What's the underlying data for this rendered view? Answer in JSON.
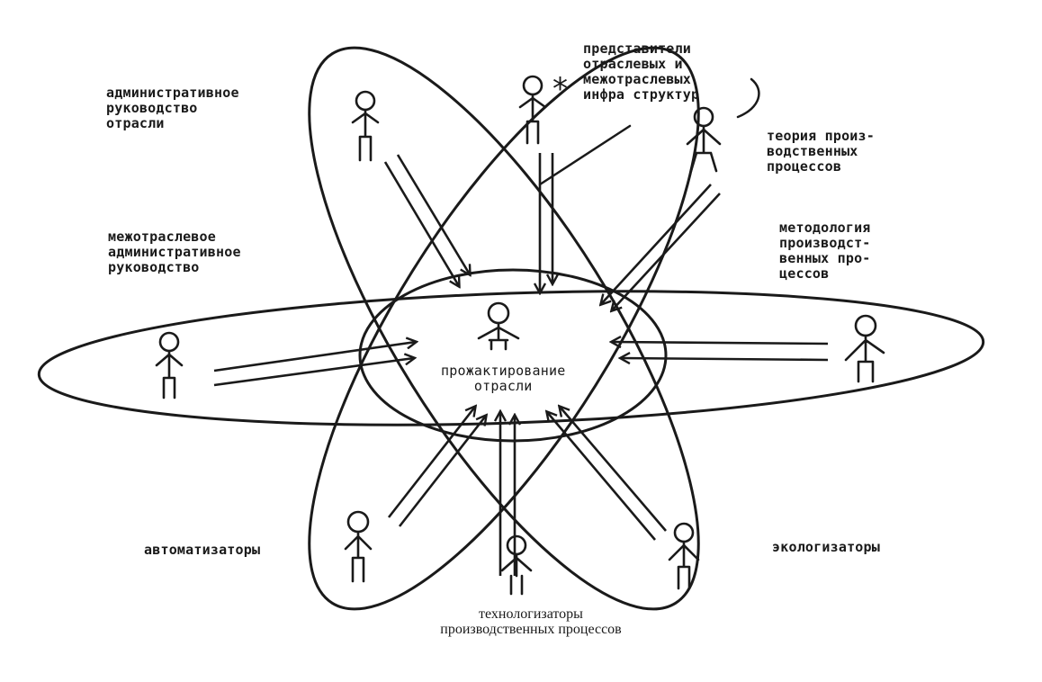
{
  "diagram": {
    "center_label": "прожактирование\nотрасли",
    "labels": {
      "admin_industry": "административное\nруководство\nотрасли",
      "infra_reps": "представители\nотраслевых и\nмежотраслевых\nинфра структур",
      "process_theory": "теория произ-\nводственных\nпроцессов",
      "interindustry_admin": "межотраслевое\nадминистративное\nруководство",
      "process_methodology": "методология\nпроизводст-\nвенных про-\nцессов",
      "automators": "автоматизаторы",
      "ecologizers": "экологизаторы",
      "technologizers": "технологизаторы\nпроизводственных процессов"
    },
    "figure_marks": {
      "asterisk": "*"
    },
    "colors": {
      "ink": "#1a1a1a",
      "paper": "#ffffff"
    }
  }
}
